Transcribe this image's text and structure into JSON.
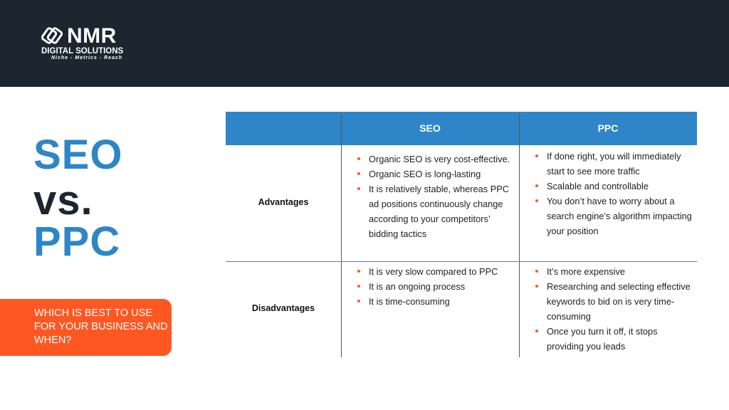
{
  "brand": {
    "name": "NMR",
    "subtitle": "DIGITAL SOLUTIONS",
    "tagline": "Niche - Metrics - Reach"
  },
  "title": {
    "line1": "SEO",
    "line2": "vs.",
    "line3": "PPC"
  },
  "cta": {
    "text": "WHICH IS BEST TO USE FOR YOUR BUSINESS AND WHEN?"
  },
  "colors": {
    "header": "#1b2631",
    "accent_blue": "#2e86c8",
    "accent_orange": "#ff5722"
  },
  "table": {
    "columns": [
      "",
      "SEO",
      "PPC"
    ],
    "rows": [
      {
        "label": "Advantages",
        "seo": [
          "Organic SEO is very cost-effective.",
          "Organic SEO is long-lasting",
          "It is relatively stable, whereas PPC ad positions continuously change according to your competitors’ bidding tactics"
        ],
        "ppc": [
          "If done right, you will immediately start to see more traffic",
          "Scalable and controllable",
          "You don’t have to worry about a search engine’s algorithm impacting your position"
        ]
      },
      {
        "label": "Disadvantages",
        "seo": [
          "It is very slow compared to PPC",
          "It is an ongoing process",
          "It is time-consuming"
        ],
        "ppc": [
          "It’s more expensive",
          "Researching and selecting effective keywords to bid on is very time-consuming",
          "Once you turn it off, it stops providing you leads"
        ]
      }
    ]
  }
}
